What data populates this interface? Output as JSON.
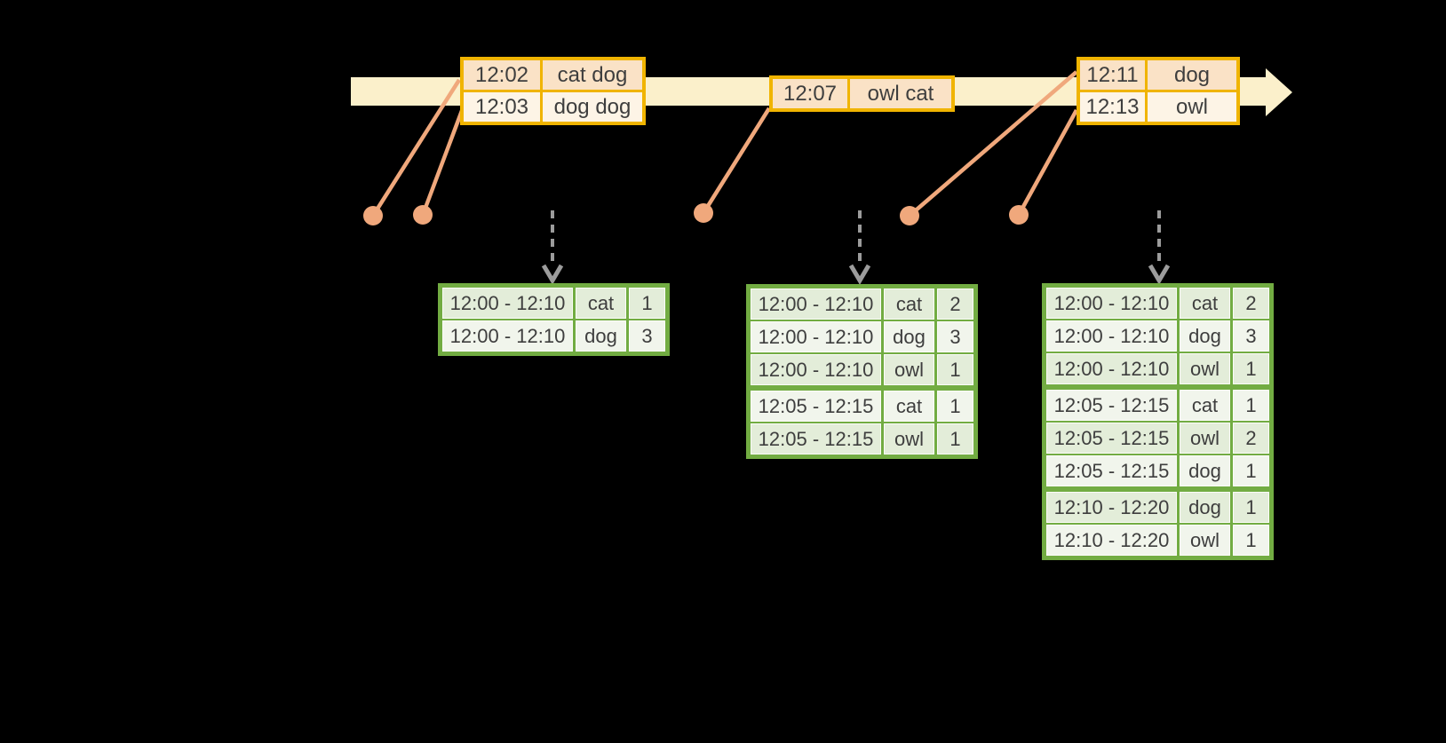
{
  "diagram": {
    "background": "#000000",
    "colors": {
      "timeline_fill": "#FBF0CB",
      "event_border": "#F0B400",
      "event_row_dark": "#FAE2C6",
      "event_row_light": "#FDF4E6",
      "connector": "#F0A87C",
      "result_border": "#72AC42",
      "result_row_dark": "#E3EDD9",
      "result_row_light": "#F1F5EC",
      "dashed_arrow": "#9C9C9C",
      "text": "#3E3E3E"
    },
    "event_tables": [
      {
        "name": "events-batch-1",
        "rows": [
          {
            "time": "12:02",
            "words": "cat dog"
          },
          {
            "time": "12:03",
            "words": "dog dog"
          }
        ]
      },
      {
        "name": "events-batch-2",
        "rows": [
          {
            "time": "12:07",
            "words": "owl cat"
          }
        ]
      },
      {
        "name": "events-batch-3",
        "rows": [
          {
            "time": "12:11",
            "words": "dog"
          },
          {
            "time": "12:13",
            "words": "owl"
          }
        ]
      }
    ],
    "result_tables": [
      {
        "name": "result-table-1",
        "group_starts": [],
        "rows": [
          {
            "window": "12:00 - 12:10",
            "word": "cat",
            "count": "1"
          },
          {
            "window": "12:00 - 12:10",
            "word": "dog",
            "count": "3"
          }
        ]
      },
      {
        "name": "result-table-2",
        "group_starts": [
          3
        ],
        "rows": [
          {
            "window": "12:00 - 12:10",
            "word": "cat",
            "count": "2"
          },
          {
            "window": "12:00 - 12:10",
            "word": "dog",
            "count": "3"
          },
          {
            "window": "12:00 - 12:10",
            "word": "owl",
            "count": "1"
          },
          {
            "window": "12:05 - 12:15",
            "word": "cat",
            "count": "1"
          },
          {
            "window": "12:05 - 12:15",
            "word": "owl",
            "count": "1"
          }
        ]
      },
      {
        "name": "result-table-3",
        "group_starts": [
          3,
          6
        ],
        "rows": [
          {
            "window": "12:00 - 12:10",
            "word": "cat",
            "count": "2"
          },
          {
            "window": "12:00 - 12:10",
            "word": "dog",
            "count": "3"
          },
          {
            "window": "12:00 - 12:10",
            "word": "owl",
            "count": "1"
          },
          {
            "window": "12:05 - 12:15",
            "word": "cat",
            "count": "1"
          },
          {
            "window": "12:05 - 12:15",
            "word": "owl",
            "count": "2"
          },
          {
            "window": "12:05 - 12:15",
            "word": "dog",
            "count": "1"
          },
          {
            "window": "12:10 - 12:20",
            "word": "dog",
            "count": "1"
          },
          {
            "window": "12:10 - 12:20",
            "word": "owl",
            "count": "1"
          }
        ]
      }
    ],
    "icons": [
      "timeline-arrow-icon",
      "event-dot-icon",
      "connector-line",
      "trigger-arrow-icon"
    ]
  }
}
